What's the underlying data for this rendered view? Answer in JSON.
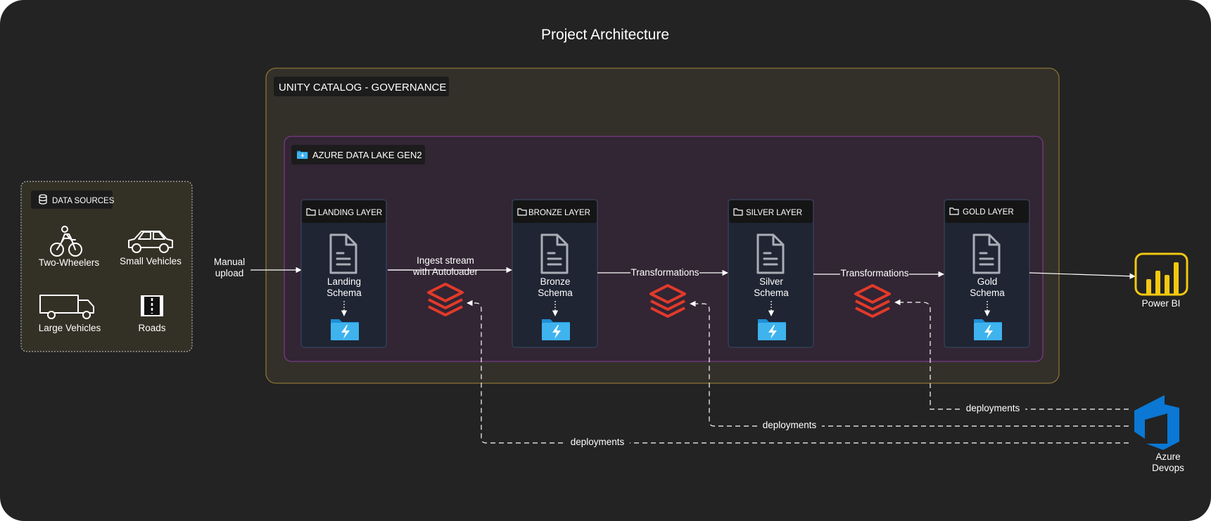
{
  "title": "Project Architecture",
  "unity_catalog": {
    "label": "UNITY CATALOG - GOVERNANCE"
  },
  "data_lake": {
    "label": "AZURE DATA LAKE GEN2"
  },
  "data_sources": {
    "label": "DATA SOURCES",
    "items": [
      {
        "label": "Two-Wheelers",
        "icon": "motorcycle-icon"
      },
      {
        "label": "Small Vehicles",
        "icon": "car-icon"
      },
      {
        "label": "Large Vehicles",
        "icon": "truck-icon"
      },
      {
        "label": "Roads",
        "icon": "road-icon"
      }
    ]
  },
  "layers": [
    {
      "header": "LANDING LAYER",
      "schema_line1": "Landing",
      "schema_line2": "Schema"
    },
    {
      "header": "BRONZE LAYER",
      "schema_line1": "Bronze",
      "schema_line2": "Schema"
    },
    {
      "header": "SILVER LAYER",
      "schema_line1": "Silver",
      "schema_line2": "Schema"
    },
    {
      "header": "GOLD LAYER",
      "schema_line1": "Gold",
      "schema_line2": "Schema"
    }
  ],
  "flows": {
    "manual_upload_line1": "Manual",
    "manual_upload_line2": "upload",
    "ingest_line1": "Ingest stream",
    "ingest_line2": "with Autoloader",
    "transform_1": "Transformations",
    "transform_2": "Transformations"
  },
  "deployments": [
    "deployments",
    "deployments",
    "deployments"
  ],
  "power_bi": {
    "label": "Power BI"
  },
  "azure_devops": {
    "line1": "Azure",
    "line2": "Devops"
  },
  "colors": {
    "background": "#232323",
    "unity_border": "#8a7236",
    "lake_border": "#7a3a86",
    "layer_card": "#1f2533",
    "databricks_red": "#e23a2a",
    "powerbi_yellow": "#f2c811",
    "devops_blue": "#0a78d4",
    "adls_blue": "#2fa6e8"
  }
}
